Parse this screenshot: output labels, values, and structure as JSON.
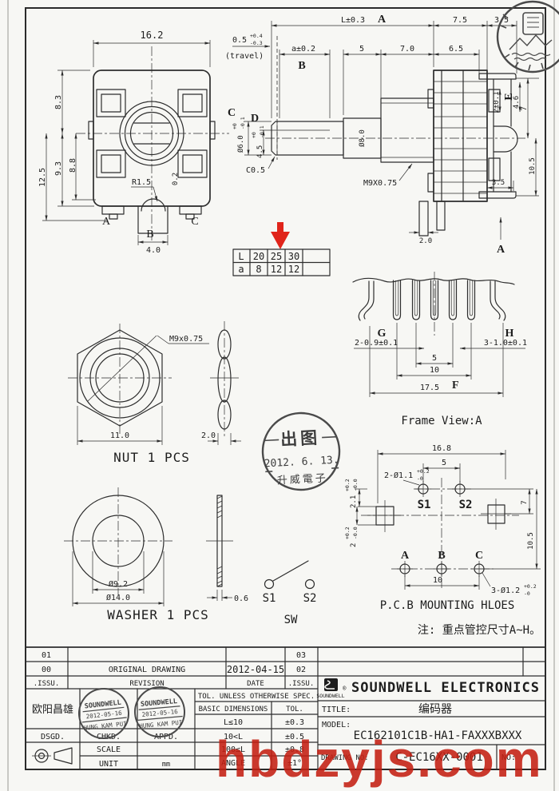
{
  "front_view": {
    "dim_width": "16.2",
    "dim_8_3": "8.3",
    "dim_9_3": "9.3",
    "dim_8_8": "8.8",
    "dim_12_5": "12.5",
    "radius_label": "R1.5",
    "dim_0_2": "0.2",
    "terminal_a": "A",
    "terminal_b": "B",
    "terminal_c": "C",
    "dim_4_0": "4.0"
  },
  "side_view": {
    "travel_value": "0.5",
    "travel_tol_up": "+0.4",
    "travel_tol_dn": "-0.3",
    "travel_note": "(travel)",
    "dim_length": "L±0.3",
    "datum_a": "A",
    "dim_7_5": "7.5",
    "dim_3_5_top": "3.5",
    "dim_a_tol": "a±0.2",
    "label_b": "B",
    "dim_5": "5",
    "dim_7_0": "7.0",
    "dim_6_5": "6.5",
    "label_c": "C",
    "dim_dia_6": "Ø6.0",
    "dia6_tol_up": "+0",
    "dia6_tol_dn": "-0.1",
    "label_d": "D",
    "dim_4_5": "4.5",
    "d45_tol_up": "+0",
    "d45_tol_dn": "-0.1",
    "chamfer": "C0.5",
    "dim_dia_8": "Ø8.0",
    "thread": "M9X0.75",
    "dim_2_tol": "2±0.1",
    "label_e": "E",
    "dim_4_6": "4.6",
    "dim_7": "7",
    "dim_10_5": "10.5",
    "dim_3_5_bot": "3.5",
    "dim_2_0": "2.0",
    "section_arrow": "A"
  },
  "variant_table": {
    "r1": [
      "L",
      "20",
      "25",
      "30"
    ],
    "r2": [
      "a",
      "8",
      "12",
      "12"
    ]
  },
  "nut": {
    "thread": "M9x0.75",
    "dim_width": "11.0",
    "dim_thick": "2.0",
    "caption": "NUT 1 PCS"
  },
  "washer": {
    "dim_inner": "Ø9.2",
    "dim_outer": "Ø14.0",
    "dim_thick": "0.6",
    "caption": "WASHER 1 PCS"
  },
  "switch": {
    "s1": "S1",
    "s2": "S2",
    "caption": "SW"
  },
  "frame_view": {
    "label_g": "G",
    "label_h": "H",
    "pins_left": "2-0.9±0.1",
    "pins_right": "3-1.0±0.1",
    "dim_5": "5",
    "dim_10": "10",
    "dim_17_5": "17.5",
    "label_f": "F",
    "caption": "Frame View:A"
  },
  "pcb": {
    "dim_16_8": "16.8",
    "dim_5": "5",
    "holes_s": "2-Ø1.1",
    "holes_s_up": "+0.2",
    "holes_s_dn": "-0",
    "dim_2_1": "2.1",
    "d21_up": "+0.2",
    "d21_dn": "-0.0",
    "dim_2": "2",
    "d2_up": "+0.2",
    "d2_dn": "-0.0",
    "s1": "S1",
    "s2": "S2",
    "dim_7": "7",
    "dim_10_5": "10.5",
    "hole_a": "A",
    "hole_b": "B",
    "hole_c": "C",
    "dim_10": "10",
    "holes_abc": "3-Ø1.2",
    "holes_abc_up": "+0.2",
    "holes_abc_dn": "-0",
    "caption": "P.C.B MOUNTING HLOES",
    "note": "注: 重点管控尺寸A~H。"
  },
  "release_stamp": {
    "line1": "出图",
    "line2": "2012. 6. 13.",
    "line3": "升威電子"
  },
  "title_block": {
    "rev_rows": [
      {
        "no": "01",
        "desc": "",
        "date": "",
        "no2": "03"
      },
      {
        "no": "00",
        "desc": "ORIGINAL DRAWING",
        "date": "2012-04-15",
        "no2": "02"
      }
    ],
    "rev_header": {
      "no": ".ISSU.",
      "desc": "REVISION",
      "date": "DATE",
      "no2": ".ISSU."
    },
    "designer": "欧阳昌雄",
    "sig_labels": {
      "dsgd": "DSGD.",
      "chkd": "CHKD.",
      "appd": "APPD."
    },
    "scale_label": "SCALE",
    "unit_label": "UNIT",
    "unit_value": "mm",
    "tol_header": "TOL. UNLESS OTHERWISE SPEC.",
    "tol_cols": {
      "dim": "BASIC DIMENSIONS",
      "tol": "TOL."
    },
    "tol_rows": [
      {
        "range": "L≤10",
        "tol": "±0.3"
      },
      {
        "range": "10<L",
        "tol": "±0.5"
      },
      {
        "range": "100≤L",
        "tol": "±0.8"
      },
      {
        "range": "ANGLE",
        "tol": "±1°"
      }
    ],
    "logo_text": "SOUNDWELL",
    "reg_mark": "®",
    "company": "SOUNDWELL ELECTRONICS",
    "title_label": "TITLE:",
    "title_value": "编码器",
    "model_label": "MODEL:",
    "model_value": "EC162101C1B-HA1-FAXXXBXXX",
    "drawing_label": "DRAWING NO:",
    "drawing_value": "C-EC16XX-0001",
    "no_label": "NO:",
    "approve_stamp": {
      "company": "SOUNDWELL",
      "date": "2012-05-16",
      "name": "HUNG KAM PUI"
    }
  },
  "watermark": "hbdzyjs.com"
}
